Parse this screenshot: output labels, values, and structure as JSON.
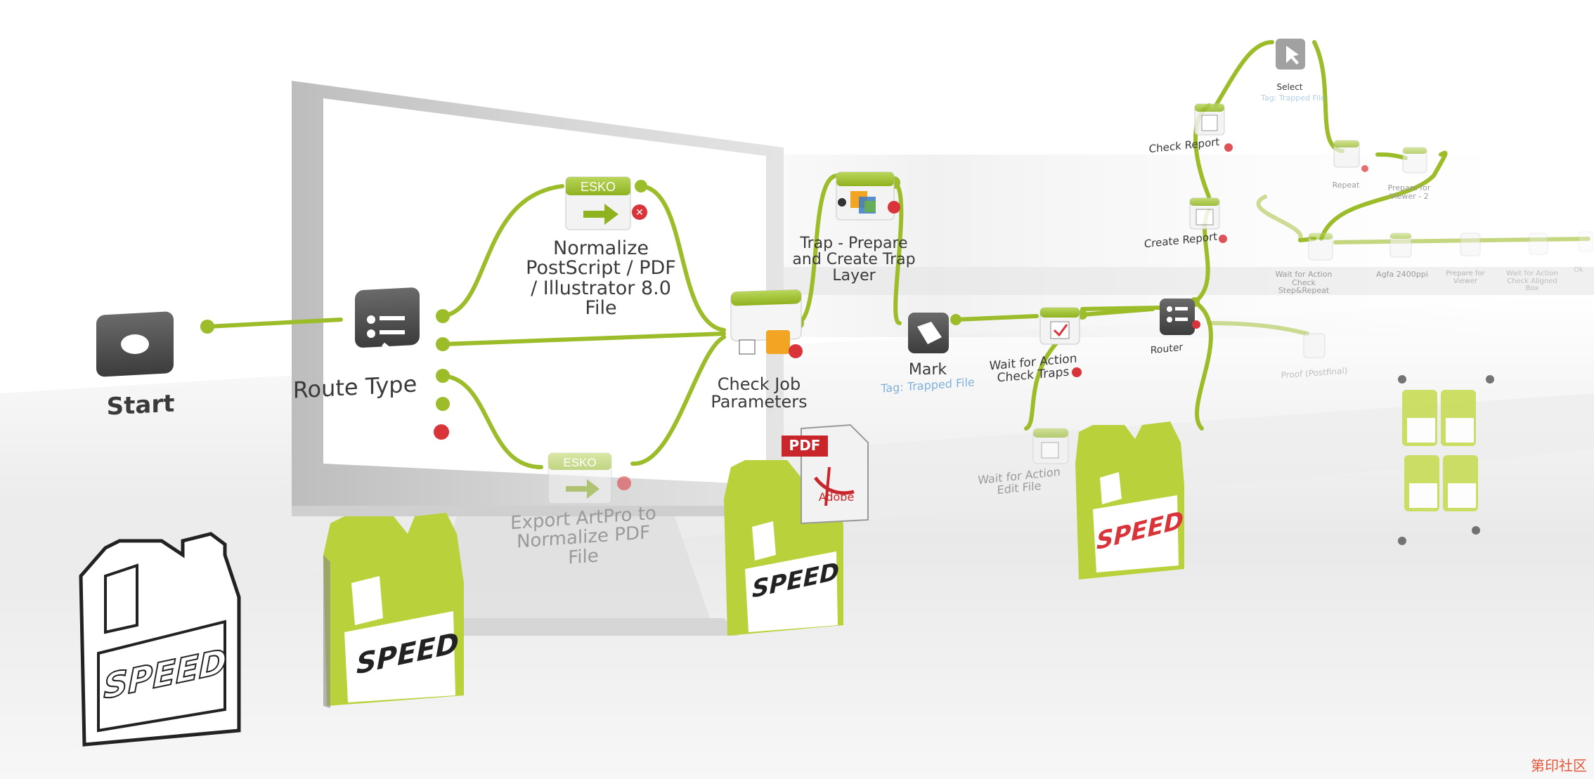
{
  "colors": {
    "accent_green": "#9cbc2a",
    "node_dark": "#4d4d4d",
    "error_red": "#d9343a",
    "tag_blue": "#7fb0d8"
  },
  "workflow": {
    "start": "Start",
    "route_type": "Route Type",
    "normalize": "Normalize\nPostScript / PDF\n/ Illustrator 8.0\nFile",
    "export_artpro": "Export ArtPro to\nNormalize PDF\nFile",
    "check_job": "Check Job\nParameters",
    "trap": "Trap - Prepare\nand Create Trap\nLayer",
    "mark": "Mark",
    "mark_tag": "Tag: Trapped File",
    "wait_check_traps": "Wait for Action\nCheck Traps",
    "wait_edit_file": "Wait for Action\nEdit File",
    "router": "Router",
    "check_report": "Check Report",
    "create_report": "Create Report",
    "select": "Select",
    "select_tag": "Tag: Trapped File",
    "repeat": "Repeat",
    "prepare_viewer": "Prepare for\nViewer - 2",
    "wait_check_step": "Wait for Action\nCheck\nStep&Repeat",
    "agfa": "Agfa 2400ppi",
    "prepare_viewer2": "Prepare for\nViewer",
    "wait_check_aligned": "Wait for Action\nCheck Aligned\nBox",
    "far_end": "Ok",
    "proof_output": "Proof (Postfinal)"
  },
  "icons": {
    "esko_badge": "ESKO",
    "pdf_badge": "PDF",
    "adobe": "Adobe"
  },
  "bottles": {
    "brand": "SPEED"
  },
  "watermark": "第印社区"
}
